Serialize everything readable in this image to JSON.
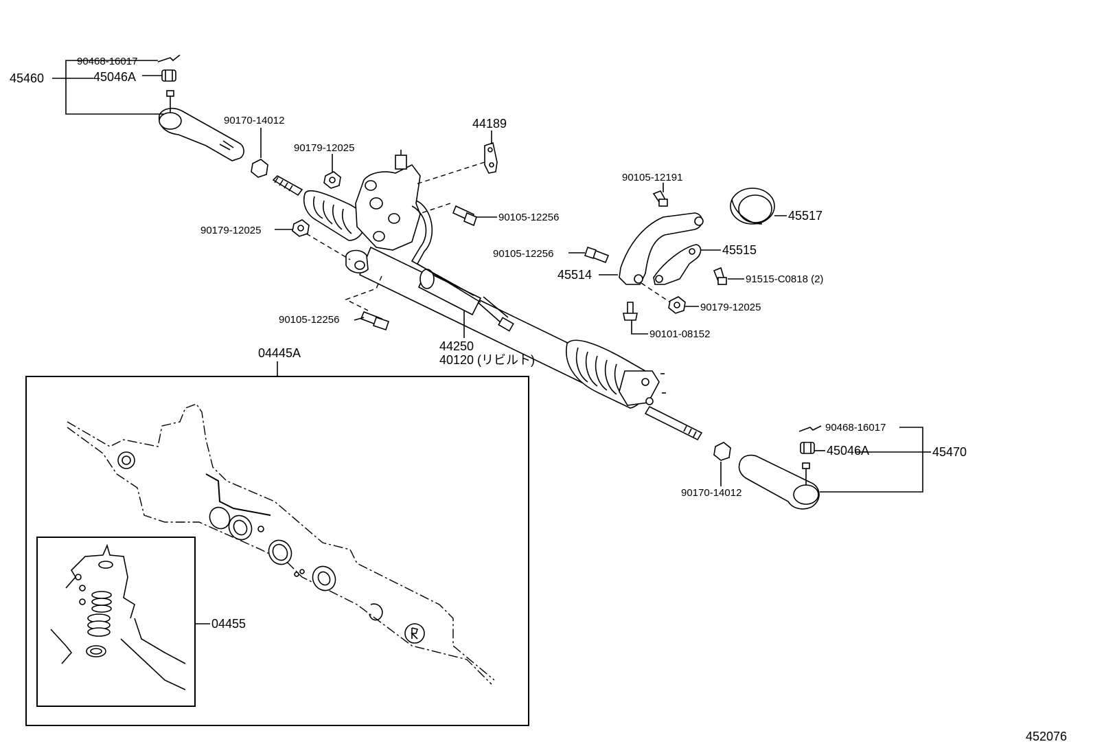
{
  "diagram_id": "452076",
  "callouts": {
    "left_tie_rod_assy": "45460",
    "left_cotter_pin": "90468-16017",
    "left_nut": "45046A",
    "left_lock_nut": "90170-14012",
    "upper_nut": "90179-12025",
    "lower_left_nut": "90179-12025",
    "bracket_44189": "44189",
    "bolt_upper": "90105-12256",
    "bolt_lower": "90105-12256",
    "bolt_mid_right": "90105-12256",
    "bolt_90105_12191": "90105-12191",
    "bushing_45517": "45517",
    "bracket_45515": "45515",
    "bracket_45514": "45514",
    "bolt_91515": "91515-C0818 (2)",
    "nut_right_bracket": "90179-12025",
    "bolt_90101": "90101-08152",
    "gear_assy": "44250",
    "gear_assy_rebuilt": "40120 (リビルト)",
    "gasket_kit": "04445A",
    "seal_kit": "04455",
    "right_cotter_pin": "90468-16017",
    "right_nut": "45046A",
    "right_tie_rod_assy": "45470",
    "right_lock_nut": "90170-14012"
  }
}
